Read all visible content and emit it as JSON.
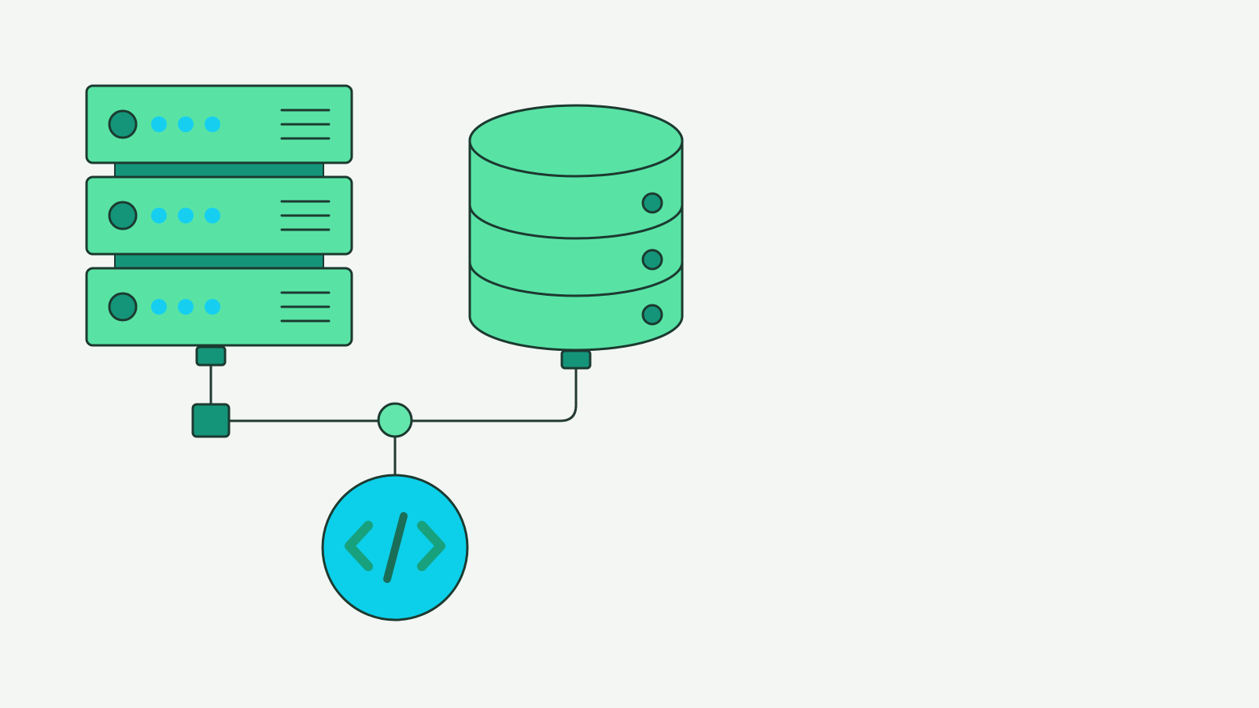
{
  "colors": {
    "background": "#f4f6f3",
    "server_fill": "#58e3a5",
    "server_dark": "#14957a",
    "outline": "#1c3a30",
    "led": "#16cff0",
    "database_fill": "#58e3a5",
    "code_circle": "#0ccfe9",
    "junction_fill": "#63e6ab",
    "line": "#223a33"
  },
  "diagram": {
    "server_rack": {
      "icon": "server-rack-icon",
      "units": 3,
      "leds_per_unit": 3,
      "vent_lines_per_unit": 3
    },
    "database": {
      "icon": "database-cylinder-icon",
      "tiers": 3
    },
    "junction_node": {
      "icon": "junction-node-icon"
    },
    "connector_square": {
      "icon": "connector-square-icon"
    },
    "code_badge": {
      "icon": "code-brackets-icon"
    }
  }
}
